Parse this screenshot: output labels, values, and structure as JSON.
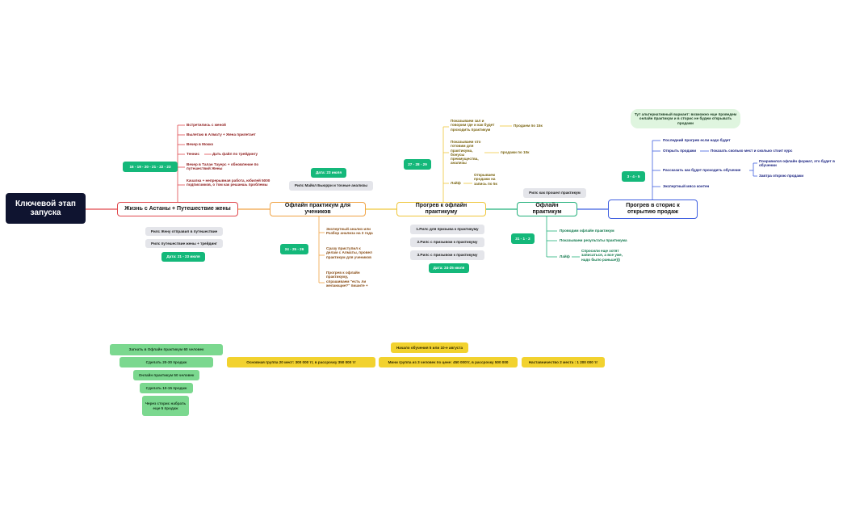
{
  "root": {
    "title": "Ключевой этап запуска"
  },
  "colors": {
    "root_bg": "#0f1430",
    "red": "#e0474c",
    "orange": "#f0a243",
    "yellow": "#efc63a",
    "green": "#22b07a",
    "blue": "#3f5fe0"
  },
  "branch1": {
    "title": "Жизнь с Астаны + Путешествие жены",
    "dates_badge": "16 - 19 - 20 - 21 - 22 - 23",
    "items": [
      "Встретились с женой",
      "Вылетаю в Алмату + Жена прилетает",
      "Вечер в Мокко",
      "Теннис",
      "Вечер в Талан Тауерс + обновление по путешествий Жены",
      "Качалка + непрерывная работа, юбилей 5000 подписчиков, о том как решаешь проблемы"
    ],
    "tennis_sub": "Дать файл по трейдингу",
    "reels": [
      "Рилс Жену отправил в путешествие",
      "Рилс путешествие жены + трейдинг"
    ],
    "date_badge": "Дата: 21 - 23 июля"
  },
  "branch2": {
    "title": "Офлайн практикум для учеников",
    "date_badge": "Дата: 23 июля",
    "reels": "Рилс Майкл Бьюрри и точные анализы",
    "dates_badge": "24 - 25 - 26",
    "items": [
      "Экспертный анализ или Разбор анализа на 3 года",
      "Сразу приступил к делам с Алматы, провел практикум для учеников",
      "Прогрев к офлайн практикуму, спрашиваем \"есть ли желающие?\" пишите +"
    ]
  },
  "branch3": {
    "title": "Прогрев к офлайн практикуму",
    "dates_badge": "27 - 28 - 29",
    "items": [
      "Показываем зал и говорим где и как будет проходить практикум",
      "Показываем что готовим для практикума, бонусы преимущества, анализы",
      "Лайф"
    ],
    "subs": [
      "Продаем по 15к",
      "продажи по 10к",
      "Открываем продажи на запись по 5к"
    ],
    "reels": [
      "1.Рилс для призыва к практикуму",
      "2.Рилс с призывом к практикуму",
      "3.Рилс с призывом к практикуму"
    ],
    "date_badge": "Дата: 24-25 июля"
  },
  "branch4": {
    "title": "Офлайн практикум",
    "reels": "Рилс как прошел практикум",
    "dates_badge": "31 - 1 - 2",
    "items": [
      "Проводим офлайн практикум",
      "Показываем результаты практикума",
      "Лайф"
    ],
    "life_sub": "Спросили еще хотят записаться, а все уже, надо было раньше)))"
  },
  "branch5": {
    "title": "Прогрев в сторис к открытию продаж",
    "note": "Тут альтернативный вариант: возможно еще проведем онлайн практикум и в сторис не будем открывать продажи",
    "dates_badge": "3 - 4 - 5",
    "items": [
      "Последний прогрев если надо будет",
      "Открыть продажи",
      "Рассказать как будет проходить обучение",
      "Экспертный мясо контен"
    ],
    "open_sub": "Показать сколько мест и сколько стоит курс",
    "tell_subs": [
      "Понравился офлайн формат, это будет в обучении",
      "Завтра открою продажи"
    ]
  },
  "plan": {
    "green_boxes": [
      "Загнать в Офлайн практикум 60 человек",
      "Сделать 20-30 продаж",
      "Онлайн практикум 50 человек",
      "Сделать 10-15 продаж",
      "Через сторис набрать еще 5 продаж"
    ],
    "start": "Начало обучения 5 или 10-е августа",
    "tariffs": [
      "Основная группа 20 мест: 300 000 тг, в рассрочку 350 000 тг",
      "Мини группа из 3 человек по цене: 450 000тг, в рассрочку 500 000",
      "Наставничество 2 места : 1 200 000 тг"
    ]
  }
}
